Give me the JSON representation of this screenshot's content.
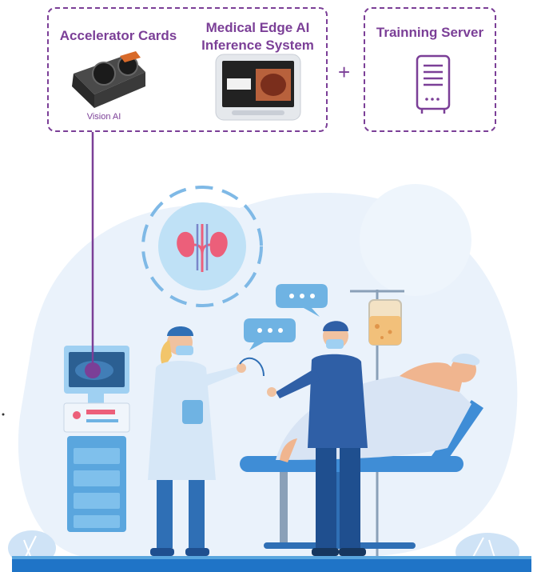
{
  "labels": {
    "accelerator": "Accelerator Cards",
    "vision": "Vision AI",
    "edge_line1": "Medical Edge AI",
    "edge_line2": "Inference System",
    "plus": "+",
    "server": "Trainning Server"
  },
  "colors": {
    "accent": "#7b3f97",
    "light_blue": "#e8f1fb",
    "mid_blue": "#5aa6de",
    "dark_blue": "#2f6fb5",
    "floor": "#1f74c7"
  }
}
